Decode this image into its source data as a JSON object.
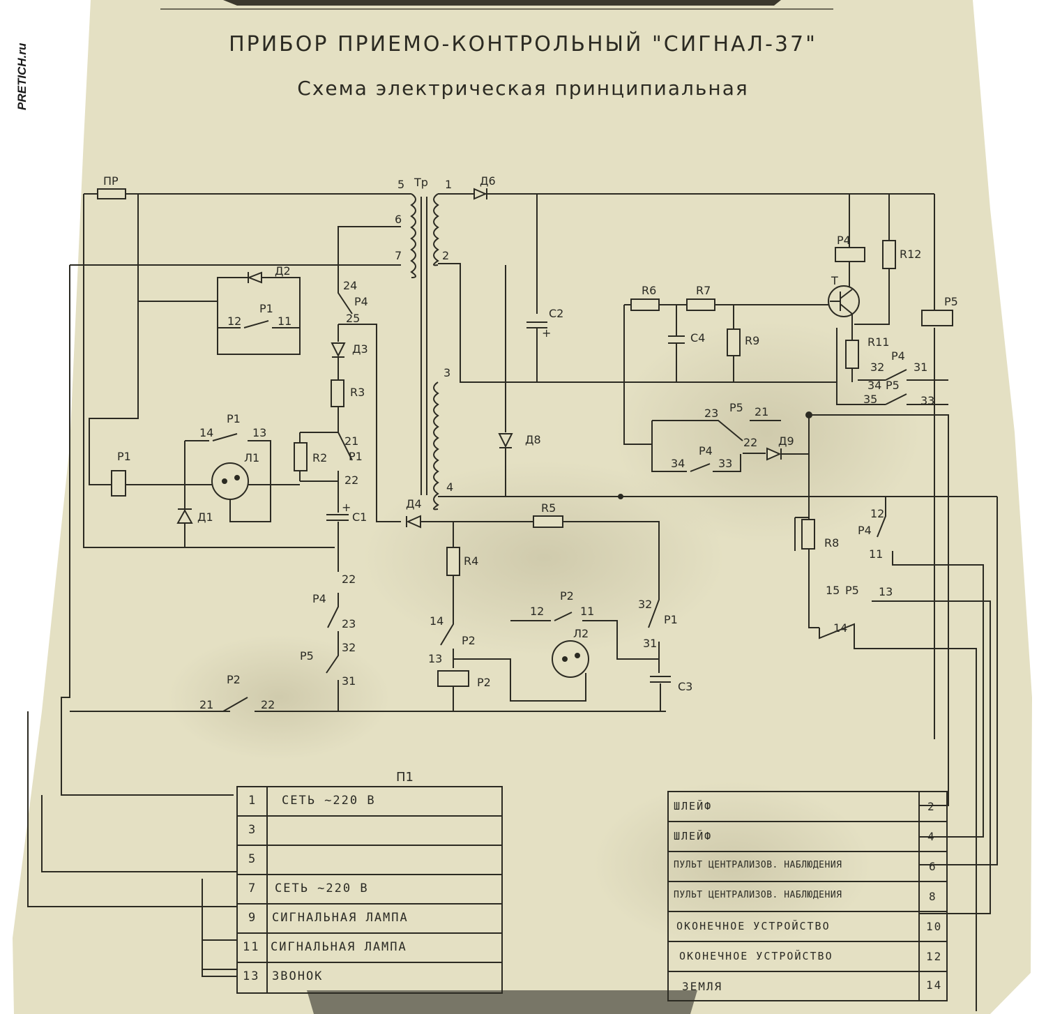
{
  "watermark": "PRETICH.ru",
  "title": "ПРИБОР ПРИЕМО-КОНТРОЛЬНЫЙ \"СИГНАЛ-37\"",
  "subtitle": "Схема электрическая принципиальная",
  "labels": {
    "pr": "ПР",
    "tr": "Тр",
    "t5": "5",
    "t6": "6",
    "t7": "7",
    "t1": "1",
    "t2": "2",
    "t3": "3",
    "t4": "4",
    "d2": "Д2",
    "d3": "Д3",
    "d4": "Д4",
    "d6": "Д6",
    "d8": "Д8",
    "d9": "Д9",
    "d1": "Д1",
    "r2": "R2",
    "r3": "R3",
    "r4": "R4",
    "r5": "R5",
    "r6": "R6",
    "r7": "R7",
    "r8": "R8",
    "r9": "R9",
    "r11": "R11",
    "r12": "R12",
    "c1": "С1",
    "c2": "С2",
    "c3": "С3",
    "c4": "С4",
    "p1": "Р1",
    "p2": "Р2",
    "p4": "Р4",
    "p5": "Р5",
    "l1": "Л1",
    "l2": "Л2",
    "t": "Т",
    "p1_top": "Р1",
    "c12": "12",
    "c11": "11",
    "p4_top": "Р4",
    "c24": "24",
    "c25": "25",
    "p1_mid": "Р1",
    "c14": "14",
    "c13": "13",
    "p1_r": "Р1",
    "c21": "21",
    "c22": "22",
    "p4_low": "Р4",
    "c22b": "22",
    "c23": "23",
    "p5_low": "Р5",
    "c32": "32",
    "c31": "31",
    "p2_bot": "Р2",
    "c21b": "21",
    "c22c": "22",
    "p2_mid": "Р2",
    "c14b": "14",
    "c13b": "13",
    "p2_l2": "Р2",
    "c12b": "12",
    "c11b": "11",
    "p1_c3": "Р1",
    "c32b": "32",
    "c31b": "31",
    "p5_a": "Р5",
    "c23b": "23",
    "c21c": "21",
    "p4_a": "Р4",
    "c22d": "22",
    "c34": "34",
    "c33": "33",
    "p4_b": "Р4",
    "c32c": "32",
    "c31c": "31",
    "p5_b": "Р5",
    "c34b": "34",
    "c35": "35",
    "c33b": "33",
    "p4_c": "Р4",
    "c12c": "12",
    "c11c": "11",
    "p5_c": "Р5",
    "c15": "15",
    "c13c": "13",
    "c14c": "14",
    "plus1": "+",
    "plus2": "+",
    "p1_block": "П1"
  },
  "left_table": {
    "rows": [
      {
        "num": "1",
        "text": "СЕТЬ ~220 В"
      },
      {
        "num": "3",
        "text": ""
      },
      {
        "num": "5",
        "text": ""
      },
      {
        "num": "7",
        "text": "СЕТЬ ~220 В"
      },
      {
        "num": "9",
        "text": "СИГНАЛЬНАЯ ЛАМПА"
      },
      {
        "num": "11",
        "text": "СИГНАЛЬНАЯ ЛАМПА"
      },
      {
        "num": "13",
        "text": "ЗВОНОК"
      }
    ]
  },
  "right_table": {
    "rows": [
      {
        "text": "ШЛЕЙФ",
        "num": "2"
      },
      {
        "text": "ШЛЕЙФ",
        "num": "4"
      },
      {
        "text": "ПУЛЬТ ЦЕНТРАЛИЗОВ. НАБЛЮДЕНИЯ",
        "num": "6"
      },
      {
        "text": "ПУЛЬТ ЦЕНТРАЛИЗОВ. НАБЛЮДЕНИЯ",
        "num": "8"
      },
      {
        "text": "ОКОНЕЧНОЕ УСТРОЙСТВО",
        "num": "10"
      },
      {
        "text": "ОКОНЕЧНОЕ УСТРОЙСТВО",
        "num": "12"
      },
      {
        "text": "ЗЕМЛЯ",
        "num": "14"
      }
    ]
  },
  "colors": {
    "paper": "#e6e2c6",
    "ink": "#2b2a22"
  }
}
